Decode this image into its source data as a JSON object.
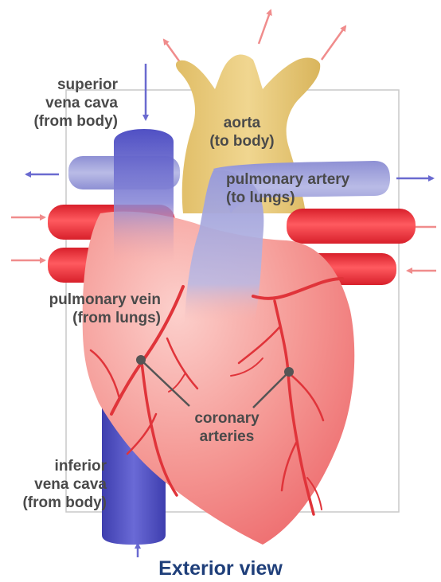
{
  "colors": {
    "heart": "#f07c7c",
    "heart_light": "#fbd2cf",
    "vein_blue": "#5b5bc8",
    "aorta_yellow": "#e6c878",
    "pulmonary_purple": "#a9abdd",
    "vessel_red": "#e8323c",
    "arrow_pink": "#f08c8c",
    "arrow_blue": "#6a6ad0",
    "label_gray": "#4a4a4a",
    "title_blue": "#1f3f7a"
  },
  "labels": {
    "superior_vena_cava": [
      "superior",
      "vena cava",
      "(from body)"
    ],
    "aorta": [
      "aorta",
      "(to body)"
    ],
    "pulmonary_artery": [
      "pulmonary artery",
      "(to lungs)"
    ],
    "pulmonary_vein": [
      "pulmonary vein",
      "(from lungs)"
    ],
    "coronary_arteries": [
      "coronary",
      "arteries"
    ],
    "inferior_vena_cava": [
      "inferior",
      "vena cava",
      "(from body)"
    ]
  },
  "title": "Exterior view"
}
